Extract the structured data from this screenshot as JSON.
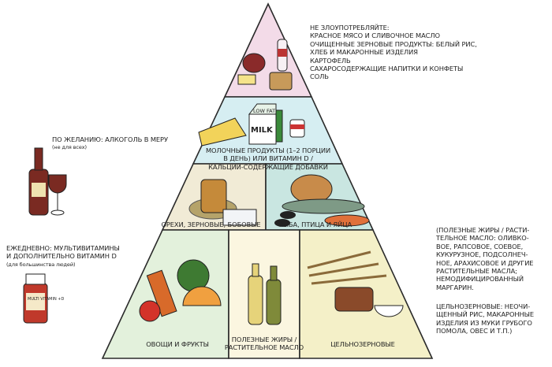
{
  "top_note": {
    "heading": "НЕ ЗЛОУПОТРЕБЛЯЙТЕ:",
    "items": [
      "КРАСНОЕ МЯСО И СЛИВОЧНОЕ МАСЛО",
      "ОЧИЩЕННЫЕ ЗЕРНОВЫЕ ПРОДУКТЫ: БЕЛЫЙ РИС,",
      "ХЛЕБ И МАКАРОННЫЕ ИЗДЕЛИЯ",
      "КАРТОФЕЛЬ",
      "САХАРОСОДЕРЖАЩИЕ НАПИТКИ И КОНФЕТЫ",
      "СОЛЬ"
    ]
  },
  "alcohol_note": {
    "text": "ПО ЖЕЛАНИЮ: АЛКОГОЛЬ В МЕРУ",
    "sub": "(не для всех)"
  },
  "vitamin_note": {
    "lines": [
      "ЕЖЕДНЕВНО: МУЛЬТИВИТАМИНЫ",
      "И ДОПОЛНИТЕЛЬНО ВИТАМИН D"
    ],
    "sub": "(для большинства людей)"
  },
  "tiers": {
    "dairy": [
      "МОЛОЧНЫЕ ПРОДУКТЫ (1–2 ПОРЦИИ",
      "В ДЕНЬ) ИЛИ ВИТАМИН D /",
      "КАЛЬЦИЙ-СОДЕРЖАЩИЕ ДОБАВКИ"
    ],
    "nuts": "ОРЕХИ, ЗЕРНОВЫЕ, БОБОВЫЕ",
    "fish": "РЫБА, ПТИЦА И ЯЙЦА",
    "vegetables": "ОВОЩИ И ФРУКТЫ",
    "oils": [
      "ПОЛЕЗНЫЕ ЖИРЫ /",
      "РАСТИТЕЛЬНОЕ МАСЛО"
    ],
    "grains": "ЦЕЛЬНОЗЕРНОВЫЕ"
  },
  "milk_carton": {
    "top": "LOW FAT",
    "label": "MILK"
  },
  "vitamin_bottle": {
    "label": "MULTI VITAMIN +D"
  },
  "fats_note": [
    "(ПОЛЕЗНЫЕ ЖИРЫ / РАСТИ-",
    "ТЕЛЬНОЕ МАСЛО: ОЛИВКО-",
    "ВОЕ, РАПСОВОЕ, СОЕВОЕ,",
    "КУКУРУЗНОЕ, ПОДСОЛНЕЧ-",
    "НОЕ, АРАХИСОВОЕ И ДРУГИЕ",
    "РАСТИТЕЛЬНЫЕ МАСЛА;",
    "НЕМОДИФИЦИРОВАННЫЙ",
    "МАРГАРИН."
  ],
  "grains_note": [
    "ЦЕЛЬНОЗЕРНОВЫЕ: НЕОЧИ-",
    "ЩЕННЫЙ РИС, МАКАРОННЫЕ",
    "ИЗДЕЛИЯ ИЗ МУКИ ГРУБОГО",
    "ПОМОЛА, ОВЕС И Т.П.)"
  ],
  "colors": {
    "top": "#f3dbe8",
    "dairy": "#d6eef2",
    "nuts": "#f1ebd6",
    "fish": "#c9e6e1",
    "veg": "#e3f1dc",
    "oils": "#fbf6e0",
    "grains": "#f4f0c8",
    "outline": "#2a2a2a"
  }
}
